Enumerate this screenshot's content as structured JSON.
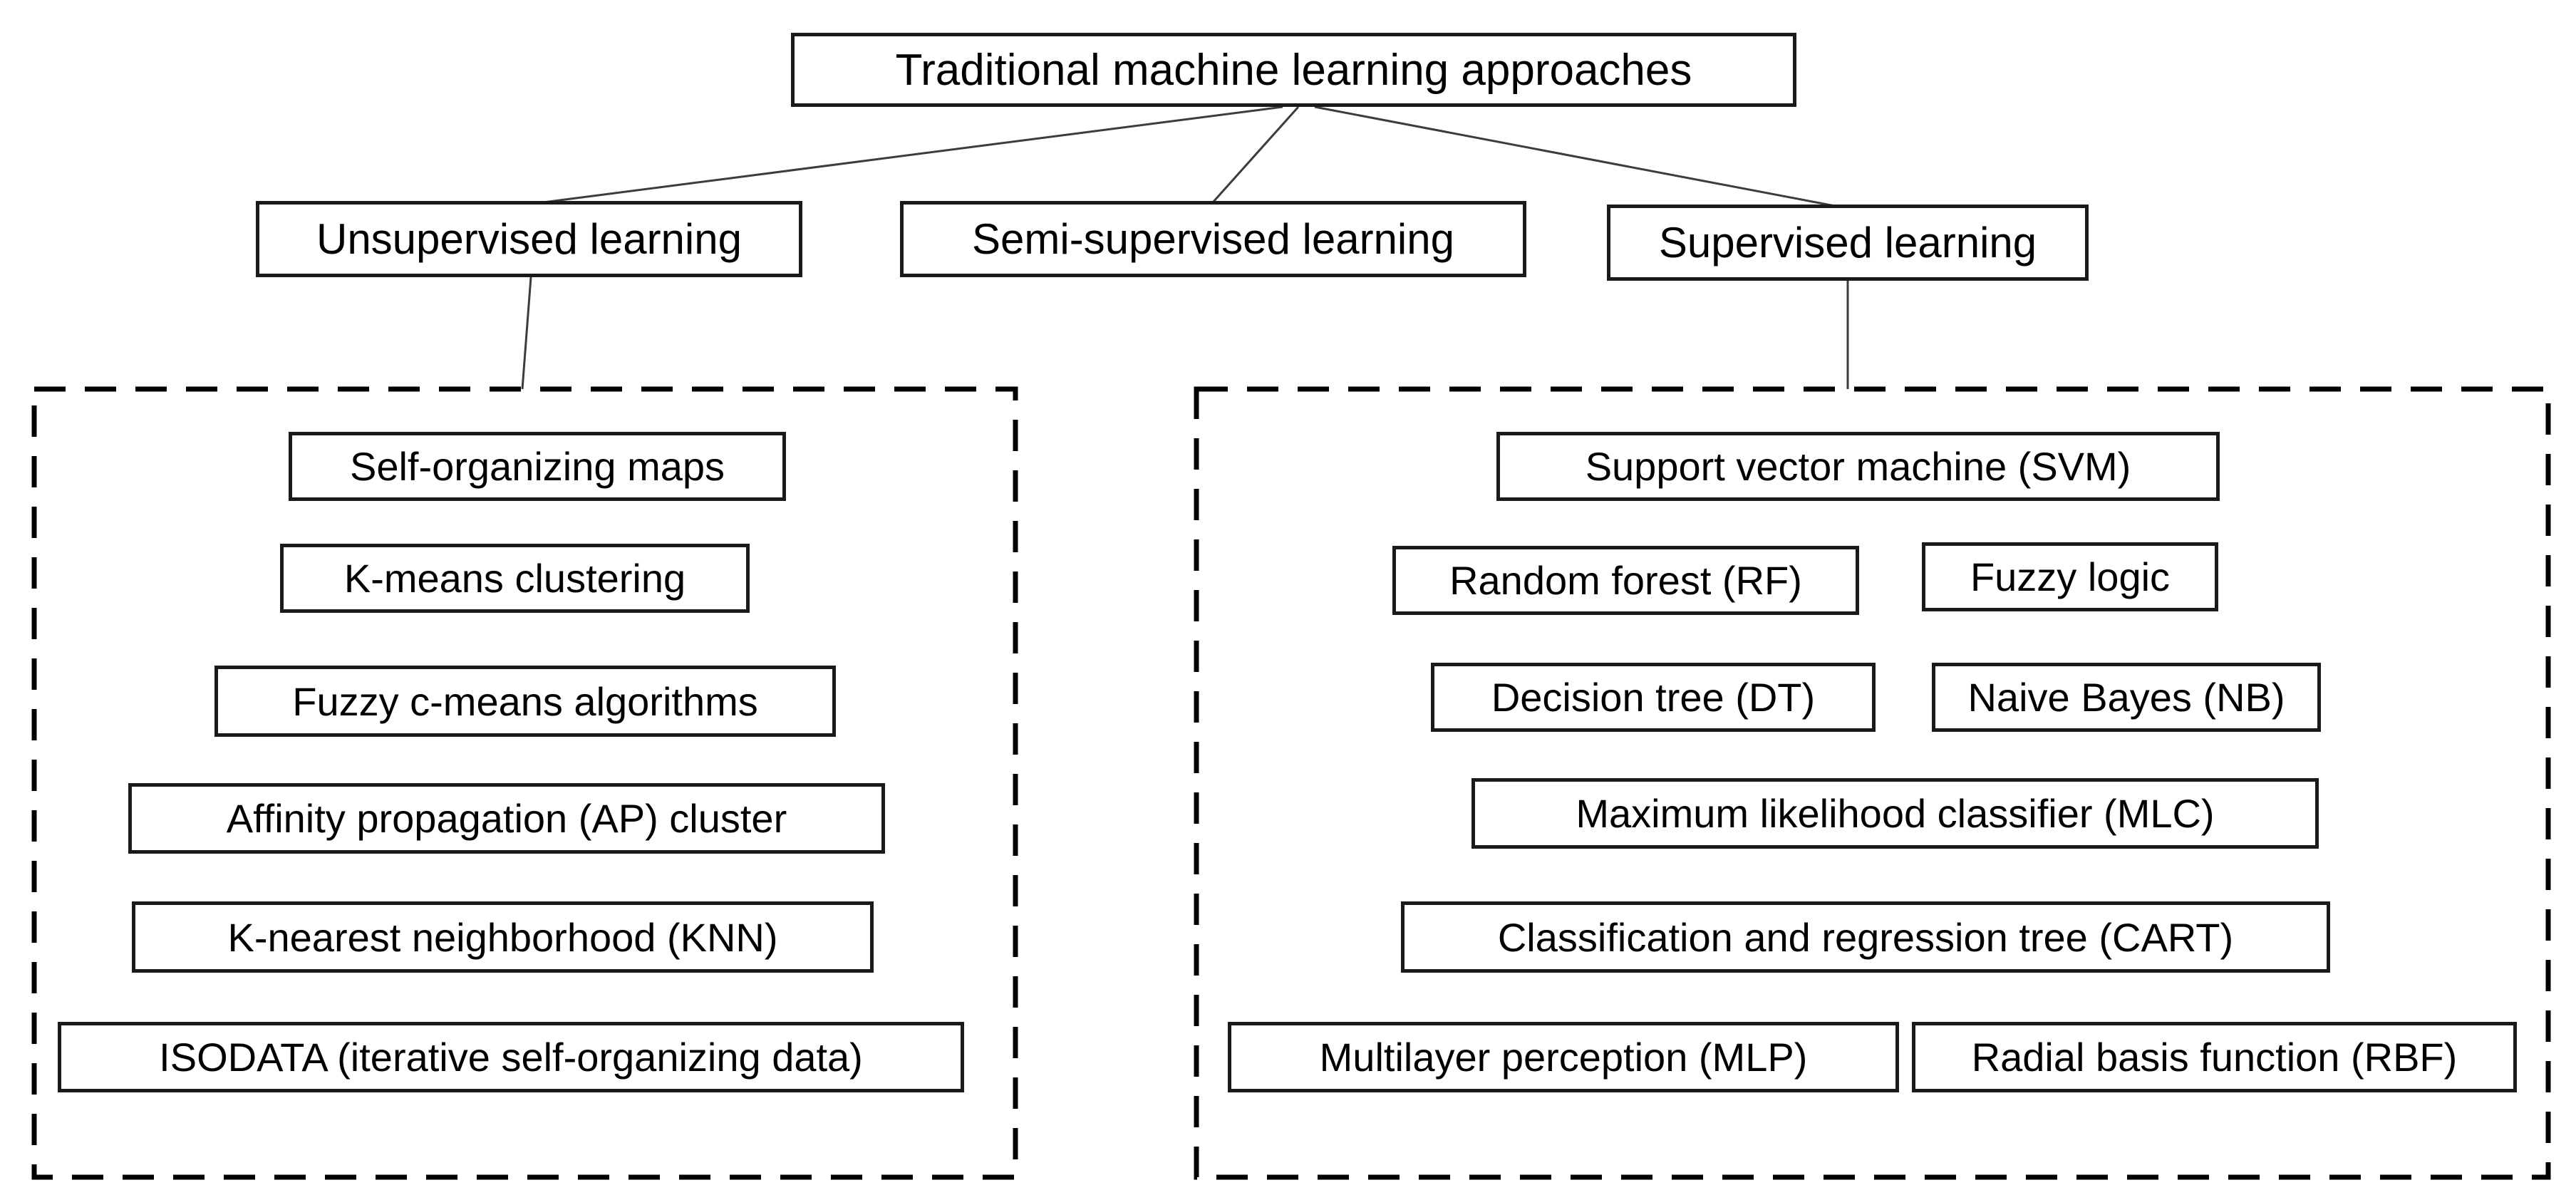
{
  "diagram": {
    "title": "Traditional machine learning approaches taxonomy",
    "root": {
      "label": "Traditional machine learning approaches"
    },
    "level2": [
      {
        "id": "unsupervised",
        "label": "Unsupervised learning"
      },
      {
        "id": "semi_supervised",
        "label": "Semi-supervised learning"
      },
      {
        "id": "supervised",
        "label": "Supervised learning"
      }
    ],
    "unsupervised_methods": [
      "Self-organizing maps",
      "K-means clustering",
      "Fuzzy c-means algorithms",
      "Affinity propagation (AP) cluster",
      "K-nearest neighborhood (KNN)",
      "ISODATA (iterative self-organizing data)"
    ],
    "supervised_methods": [
      "Support vector machine (SVM)",
      "Random forest (RF)",
      "Fuzzy logic",
      "Decision tree (DT)",
      "Naive Bayes (NB)",
      "Maximum likelihood classifier (MLC)",
      "Classification and regression tree (CART)",
      "Multilayer perception (MLP)",
      "Radial basis function (RBF)"
    ],
    "edges": [
      "root-unsupervised",
      "root-semi-supervised",
      "root-supervised",
      "unsupervised-group",
      "supervised-group"
    ]
  },
  "colors": {
    "background": "#ffffff",
    "box_border": "#1a1a1a",
    "dashed_border": "#000000",
    "connector_line": "#3c3c3c",
    "text": "#000000"
  }
}
